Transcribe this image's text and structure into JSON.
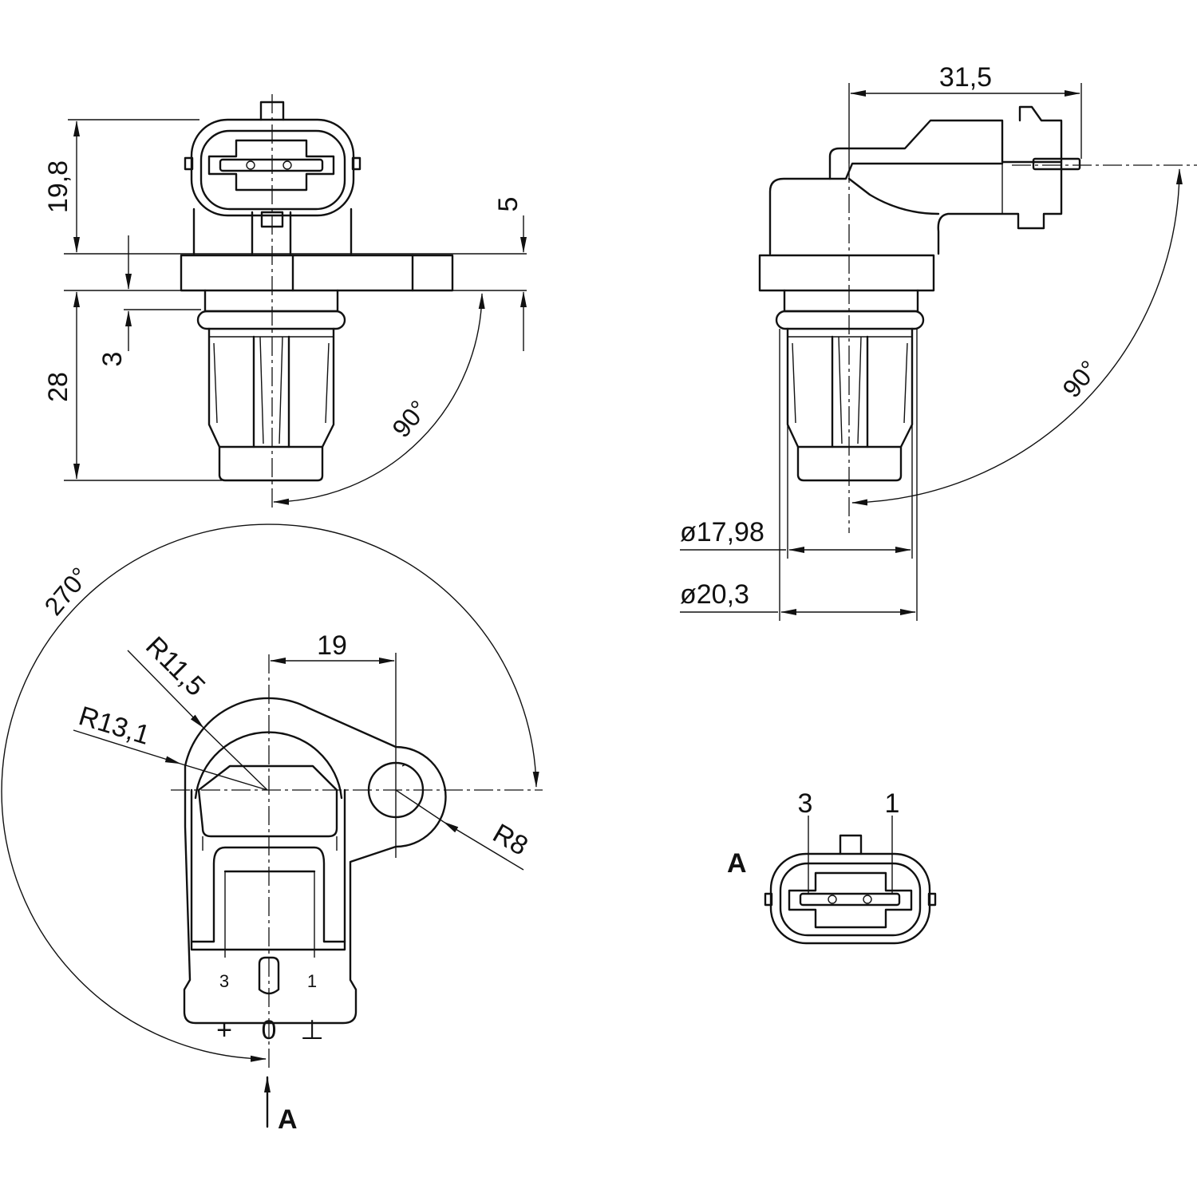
{
  "front_view": {
    "dim_height_top": "19,8",
    "dim_height_bottom": "28",
    "dim_flange": "5",
    "dim_step": "3",
    "angle": "90°"
  },
  "side_view": {
    "dim_width": "31,5",
    "angle": "90°",
    "dia_inner": "ø17,98",
    "dia_outer": "ø20,3"
  },
  "top_view": {
    "angle": "270°",
    "dim_offset": "19",
    "radius_inner": "R11,5",
    "radius_outer": "R13,1",
    "radius_lug": "R8",
    "pin_left": "3",
    "pin_right": "1",
    "sym_plus": "+",
    "sym_zero": "0",
    "sym_ground": "⊥",
    "view_label": "A"
  },
  "connector_view": {
    "label": "A",
    "pin_left": "3",
    "pin_right": "1"
  }
}
